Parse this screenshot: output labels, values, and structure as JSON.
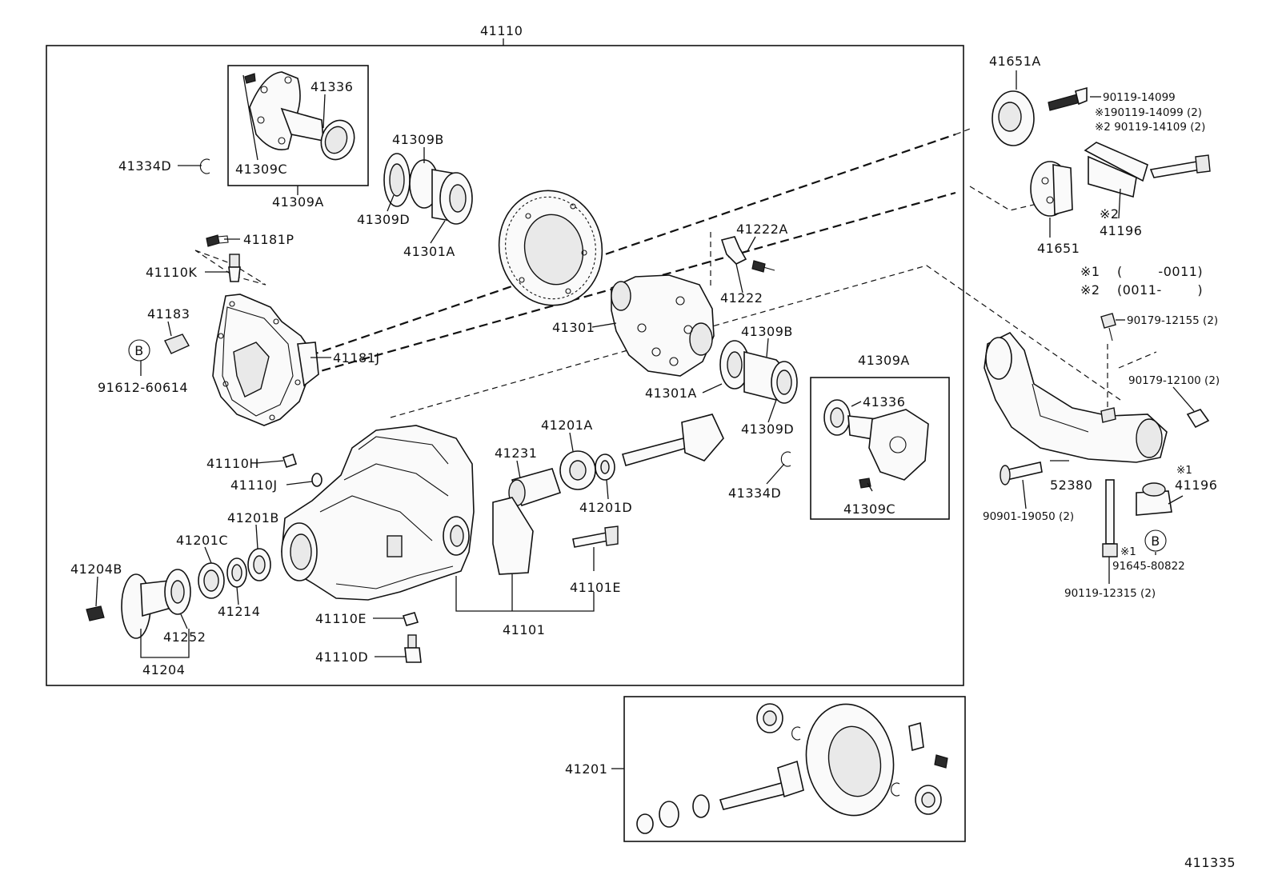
{
  "diagram": {
    "main_assembly": "41110",
    "figure_number": "411335",
    "parts": [
      {
        "id": "p41336a",
        "label": "41336"
      },
      {
        "id": "p41309Ca",
        "label": "41309C"
      },
      {
        "id": "p41309Aa",
        "label": "41309A"
      },
      {
        "id": "p41334Da",
        "label": "41334D"
      },
      {
        "id": "p41309Ba",
        "label": "41309B"
      },
      {
        "id": "p41309Da",
        "label": "41309D"
      },
      {
        "id": "p41301Aa",
        "label": "41301A"
      },
      {
        "id": "p41181P",
        "label": "41181P"
      },
      {
        "id": "p41110K",
        "label": "41110K"
      },
      {
        "id": "p41183",
        "label": "41183"
      },
      {
        "id": "p41181J",
        "label": "41181J"
      },
      {
        "id": "p91612",
        "label": "91612-60614"
      },
      {
        "id": "p41222A",
        "label": "41222A"
      },
      {
        "id": "p41222",
        "label": "41222"
      },
      {
        "id": "p41301",
        "label": "41301"
      },
      {
        "id": "p41309Bb",
        "label": "41309B"
      },
      {
        "id": "p41301Ab",
        "label": "41301A"
      },
      {
        "id": "p41309Db",
        "label": "41309D"
      },
      {
        "id": "p41309Ab",
        "label": "41309A"
      },
      {
        "id": "p41336b",
        "label": "41336"
      },
      {
        "id": "p41334Db",
        "label": "41334D"
      },
      {
        "id": "p41309Cb",
        "label": "41309C"
      },
      {
        "id": "p41110H",
        "label": "41110H"
      },
      {
        "id": "p41110J",
        "label": "41110J"
      },
      {
        "id": "p41201B",
        "label": "41201B"
      },
      {
        "id": "p41201C",
        "label": "41201C"
      },
      {
        "id": "p41204B",
        "label": "41204B"
      },
      {
        "id": "p41214",
        "label": "41214"
      },
      {
        "id": "p41252",
        "label": "41252"
      },
      {
        "id": "p41204",
        "label": "41204"
      },
      {
        "id": "p41110E",
        "label": "41110E"
      },
      {
        "id": "p41110D",
        "label": "41110D"
      },
      {
        "id": "p41231",
        "label": "41231"
      },
      {
        "id": "p41201A",
        "label": "41201A"
      },
      {
        "id": "p41201D",
        "label": "41201D"
      },
      {
        "id": "p41101E",
        "label": "41101E"
      },
      {
        "id": "p41101",
        "label": "41101"
      },
      {
        "id": "p41201",
        "label": "41201"
      },
      {
        "id": "p41651A",
        "label": "41651A"
      },
      {
        "id": "p41651",
        "label": "41651"
      },
      {
        "id": "p41196a",
        "label": "41196"
      },
      {
        "id": "p41196b",
        "label": "41196"
      },
      {
        "id": "p52380",
        "label": "52380"
      },
      {
        "id": "p90901",
        "label": "90901-19050 (2)"
      },
      {
        "id": "p90119_12315",
        "label": "90119-12315 (2)"
      },
      {
        "id": "p91645",
        "label": "91645-80822"
      },
      {
        "id": "p90179_12155",
        "label": "90179-12155 (2)"
      },
      {
        "id": "p90179_12100",
        "label": "90179-12100 (2)"
      },
      {
        "id": "p90119_14099",
        "label": "90119-14099"
      },
      {
        "id": "p90119_14099b",
        "label": "※190119-14099 (2)"
      },
      {
        "id": "p90119_14109",
        "label": "※2 90119-14109 (2)"
      }
    ],
    "callout_b": "B",
    "mark_1": "※1",
    "mark_2": "※2",
    "notes": [
      {
        "mark": "※1",
        "text": "(        -0011)"
      },
      {
        "mark": "※2",
        "text": "(0011-        )"
      }
    ]
  }
}
